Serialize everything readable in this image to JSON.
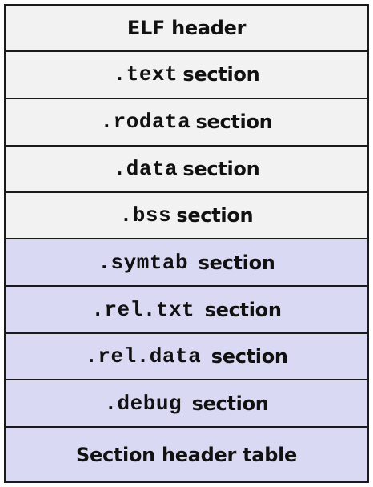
{
  "colors": {
    "standard_section_fill": "#f2f2f2",
    "extra_section_fill": "#d9d9f3",
    "border": "#1a1a1a",
    "text": "#111111"
  },
  "rows": [
    {
      "code": "",
      "gap": "",
      "label": "ELF header",
      "group": "standard"
    },
    {
      "code": ".text",
      "gap": " ",
      "label": "section",
      "group": "standard"
    },
    {
      "code": ".rodata",
      "gap": " ",
      "label": "section",
      "group": "standard"
    },
    {
      "code": ".data",
      "gap": " ",
      "label": "section",
      "group": "standard"
    },
    {
      "code": ".bss",
      "gap": " ",
      "label": "section",
      "group": "standard"
    },
    {
      "code": ".symtab",
      "gap": "  ",
      "label": "section",
      "group": "extra"
    },
    {
      "code": ".rel.txt",
      "gap": "  ",
      "label": "section",
      "group": "extra"
    },
    {
      "code": ".rel.data",
      "gap": "  ",
      "label": "section",
      "group": "extra"
    },
    {
      "code": ".debug",
      "gap": "  ",
      "label": "section",
      "group": "extra"
    },
    {
      "code": "",
      "gap": "",
      "label": "Section header table",
      "group": "extra"
    }
  ]
}
